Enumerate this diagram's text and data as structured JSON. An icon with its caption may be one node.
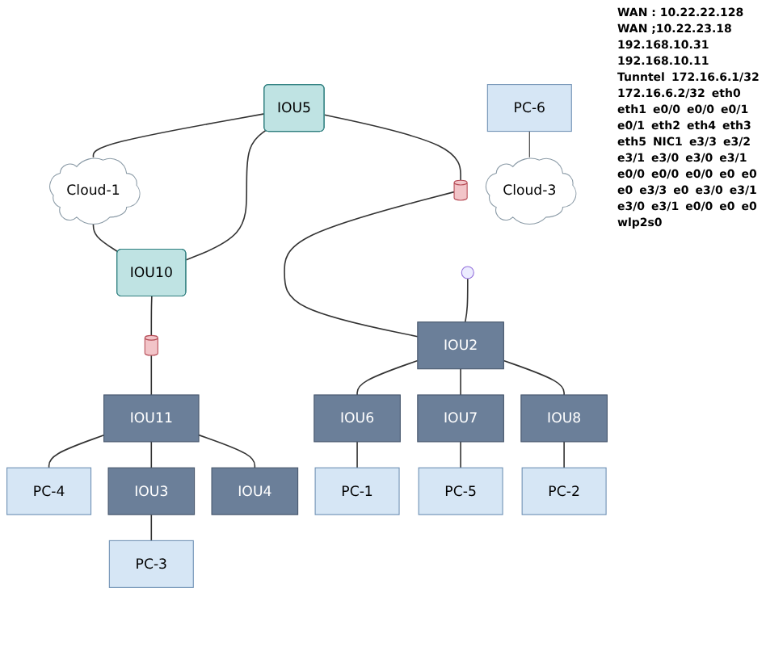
{
  "diagram": {
    "nodes": [
      {
        "text": [
          "Cloud-1"
        ]
      },
      {
        "text": [
          "IOU5"
        ]
      },
      {
        "text": [
          "IOU10"
        ]
      },
      {
        "text": [],
        "shape": "cylinder"
      },
      {
        "text": [],
        "shape": "cylinder"
      },
      {
        "text": [
          "IOU2"
        ]
      },
      {
        "text": [
          "IOU6"
        ]
      },
      {
        "text": [
          "IOU7"
        ]
      },
      {
        "text": [
          "IOU8"
        ]
      },
      {
        "text": [
          "PC-1"
        ]
      },
      {
        "text": [
          "PC-5"
        ]
      },
      {
        "text": [
          "PC-2"
        ]
      },
      {
        "text": [
          "IOU11"
        ]
      },
      {
        "text": [
          "PC-4"
        ]
      },
      {
        "text": [
          "IOU3"
        ]
      },
      {
        "text": [
          "IOU4"
        ]
      },
      {
        "text": [
          "PC-3"
        ]
      },
      {
        "text": [
          "PC-6"
        ]
      },
      {
        "text": [
          "Cloud-3"
        ]
      }
    ],
    "edges": [
      {
        "from": 1,
        "to": 0,
        "arrow": "none"
      },
      {
        "from": 0,
        "to": 2,
        "arrow": "none"
      },
      {
        "from": 1,
        "to": 2,
        "arrow": "none"
      },
      {
        "from": 1,
        "to": 3,
        "arrow": "none"
      },
      {
        "from": 3,
        "to": 5,
        "arrow": "none"
      },
      {
        "from": 5,
        "to": null,
        "arrow": "none"
      },
      {
        "from": 5,
        "to": 6,
        "arrow": "none"
      },
      {
        "from": 5,
        "to": 7,
        "arrow": "none"
      },
      {
        "from": 5,
        "to": 8,
        "arrow": "none"
      },
      {
        "from": 6,
        "to": 9,
        "arrow": "none"
      },
      {
        "from": 7,
        "to": 10,
        "arrow": "none"
      },
      {
        "from": 8,
        "to": 11,
        "arrow": "none"
      },
      {
        "from": 2,
        "to": 4,
        "arrow": "none"
      },
      {
        "from": 4,
        "to": 12,
        "arrow": "none"
      },
      {
        "from": 12,
        "to": 13,
        "arrow": "none"
      },
      {
        "from": 12,
        "to": 14,
        "arrow": "none"
      },
      {
        "from": 12,
        "to": 15,
        "arrow": "none"
      },
      {
        "from": 14,
        "to": 16,
        "arrow": "none"
      },
      {
        "from": 17,
        "to": 18,
        "arrow": "none"
      }
    ],
    "labels": [
      "WAN : 10.22.22.128",
      "WAN ;10.22.23.18",
      "192.168.10.31",
      "192.168.10.11",
      "Tunntel",
      "172.16.6.1/32",
      "172.16.6.2/32",
      "eth0",
      "eth1",
      "e0/0",
      "e0/0",
      "e0/1",
      "e0/1",
      "eth2",
      "eth4",
      "eth3",
      "eth5",
      "NIC1",
      "e3/3",
      "e3/2",
      "e3/1",
      "e3/0",
      "e3/0",
      "e3/1",
      "e0/0",
      "e0/0",
      "e0/0",
      "e0",
      "e0",
      "e0",
      "e3/3",
      "e0",
      "e3/0",
      "e3/1",
      "e3/0",
      "e3/1",
      "e0/0",
      "e0",
      "e0",
      "wlp2s0"
    ]
  }
}
